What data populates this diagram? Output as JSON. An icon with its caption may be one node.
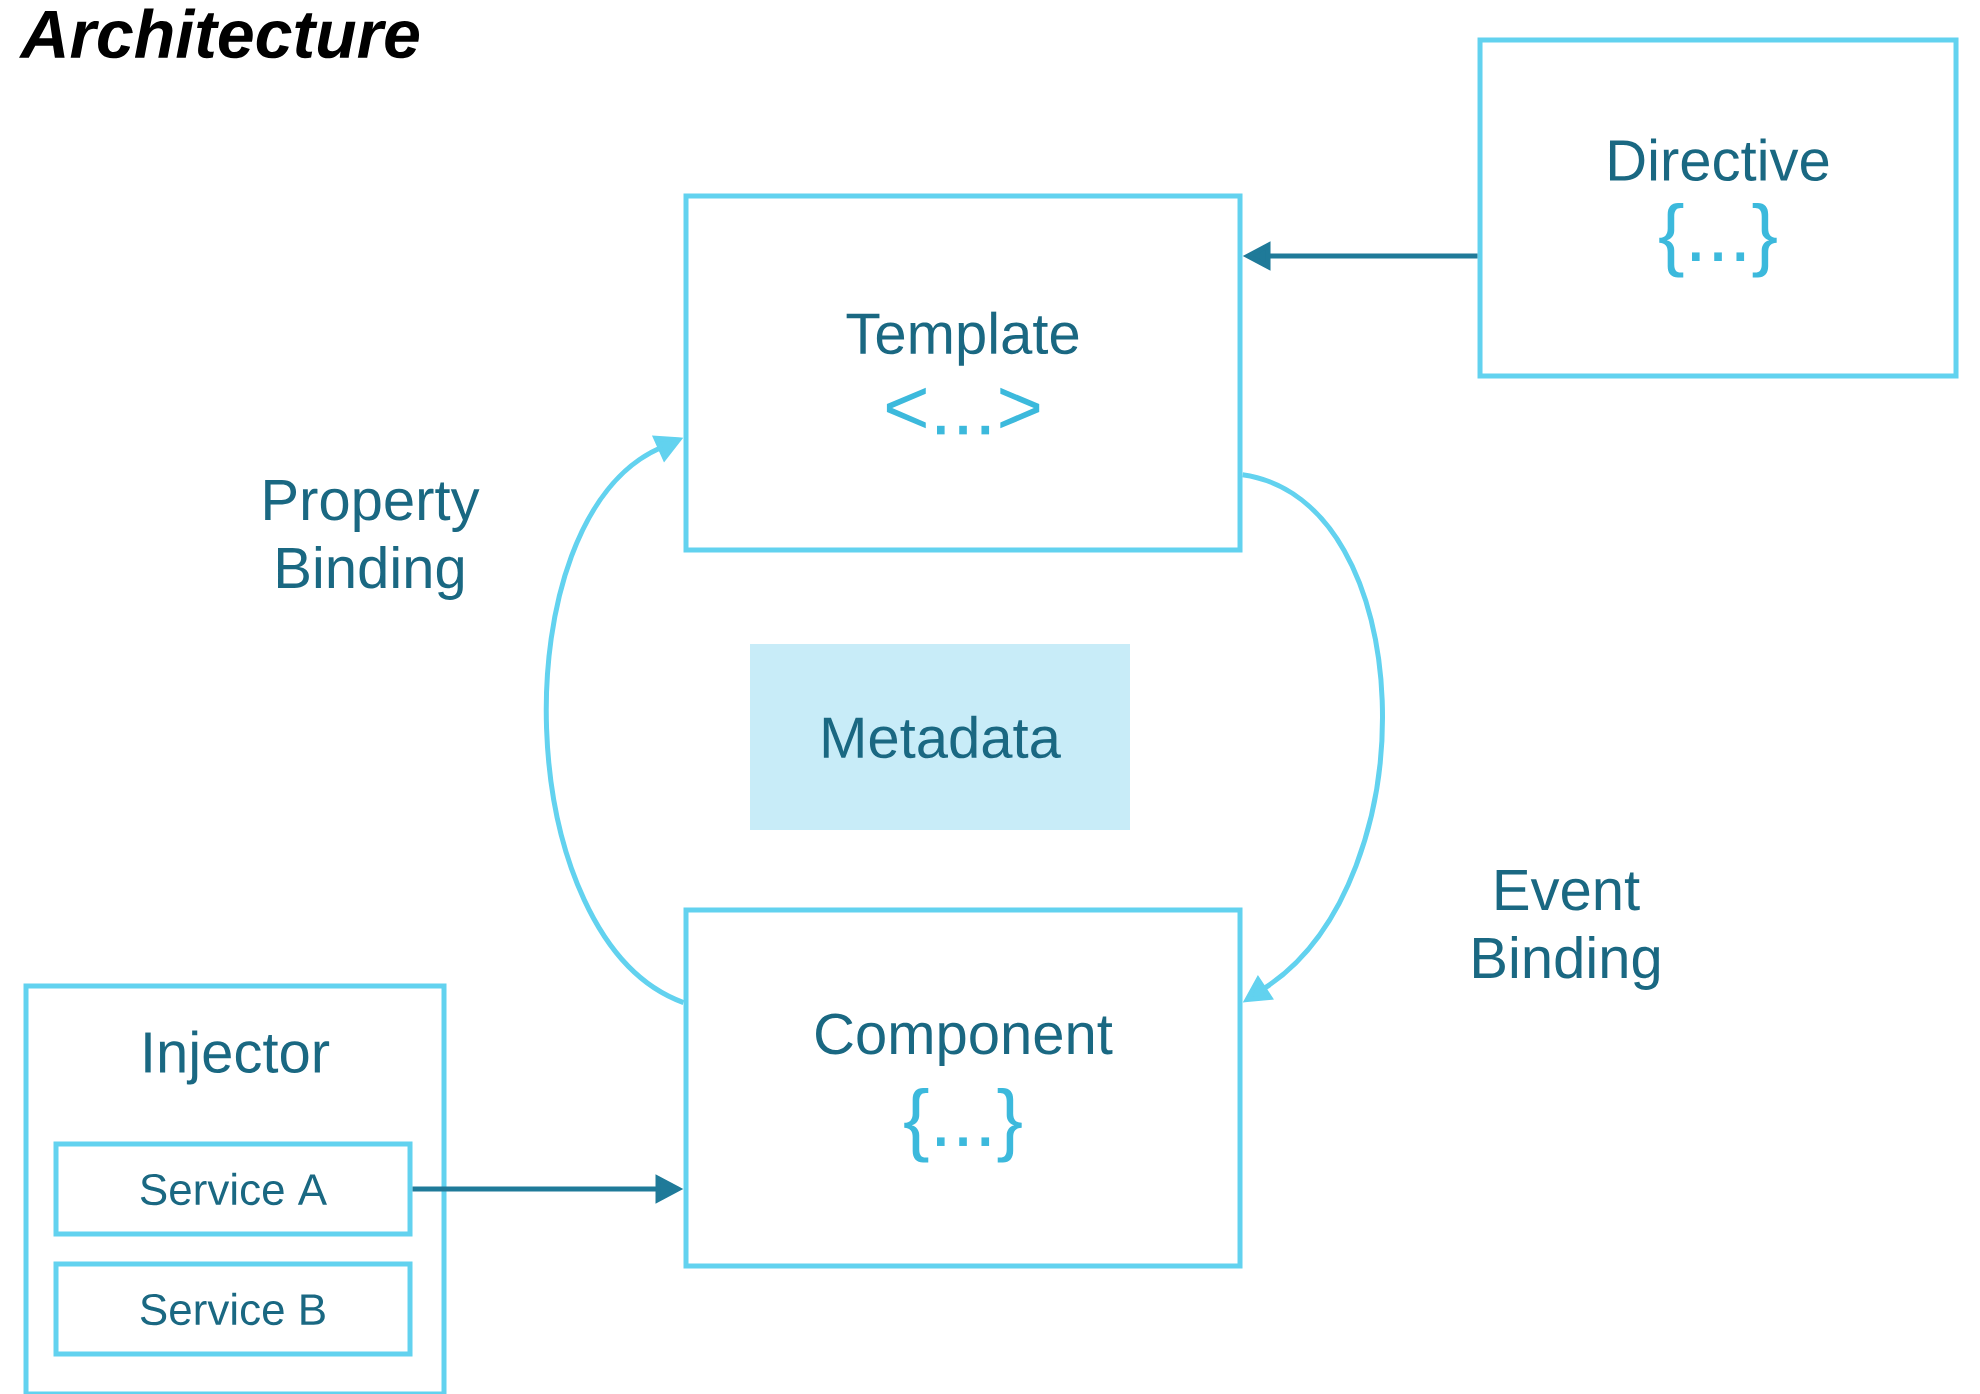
{
  "diagram": {
    "title": "Architecture",
    "nodes": [
      {
        "text": [
          "Directive",
          "{...}"
        ]
      },
      {
        "text": [
          "Template",
          "<...>"
        ]
      },
      {
        "text": [
          "Metadata"
        ]
      },
      {
        "text": [
          "Component",
          "{...}"
        ]
      },
      {
        "text": [
          "Injector"
        ]
      },
      {
        "text": [
          "Service A"
        ],
        "in": 4
      },
      {
        "text": [
          "Service B"
        ],
        "in": 4
      }
    ],
    "edges": [
      {
        "from": 0,
        "to": 1,
        "arrow": "to",
        "color": "#1f7a99"
      },
      {
        "from": 3,
        "to": 1,
        "arrow": "to",
        "label": "Property Binding",
        "color": "#62d2ef"
      },
      {
        "from": 1,
        "to": 3,
        "arrow": "to",
        "label": "Event Binding",
        "color": "#62d2ef"
      },
      {
        "from": 5,
        "to": 3,
        "arrow": "to",
        "color": "#1f7a99"
      }
    ]
  }
}
